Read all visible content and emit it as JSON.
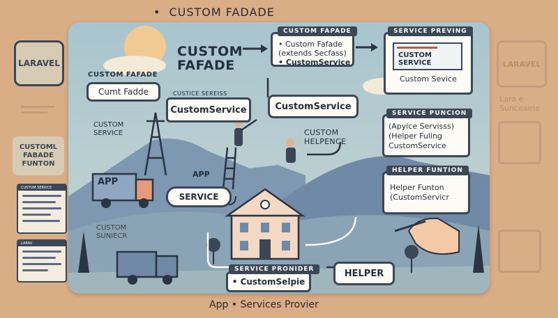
{
  "page": {
    "title": "CUSTOM FADADE",
    "caption": "App • Services Provier"
  },
  "left_sidebar": {
    "laravel_badge": "LARAVEL",
    "function_card": "CUSTOML FABADE FUNTON",
    "window_1_title": "CUSTOM SERVICE",
    "window_2_title": "LARAV"
  },
  "right_sidebar": {
    "laravel_badge": "LARAVEL",
    "faint_text": "Lara e Sunceairie"
  },
  "diagram": {
    "custom_facade_big": "CUSTOM FAFADE",
    "custom_fafade_label": "CUSTOM FAFADE",
    "cumt_fadde_box": "Cumt Fadde",
    "custom_service_label": "CUSTOM SERVICE",
    "box_facade": {
      "header": "CUSTOM FAPADE",
      "line1": "• Custom Fafade",
      "line2": "(extends Secfass)",
      "line3": "• CustomService"
    },
    "box_service_preview": {
      "header": "SERVICE PREVING",
      "inner": "CUSTOM SERVICE",
      "caption": "Custom Sevice"
    },
    "custom_service_box": {
      "header": "CUSTICE SEREISS",
      "body": "CustomService"
    },
    "custom_service_pill": "CustomService",
    "custom_helpence": "CUSTOM HELPENCE",
    "box_service_function": {
      "header": "SERVICE PUNCION",
      "line1": "(Apyice Servisss)",
      "line2": "(Helper Fuling",
      "line3": "CustomService"
    },
    "box_helper_function": {
      "header": "HELPER FUNTION",
      "line1": "Helper Funton",
      "line2": "(CustomServicr"
    },
    "app_truck": "APP",
    "app_label": "APP",
    "service_arrow": "SERVICE",
    "custom_suniecr": "CUSTOM SUNIECR",
    "service_provider": {
      "header": "SERVICE PRONIDER",
      "body": "• CustomSelpie"
    },
    "helper_pill": "HELPER"
  },
  "colors": {
    "background": "#d9ad85",
    "panel_sky": "#a8c4cd",
    "outline": "#3b4656",
    "mountain": "#6f89a6",
    "box_fill": "#fdfbf5"
  }
}
